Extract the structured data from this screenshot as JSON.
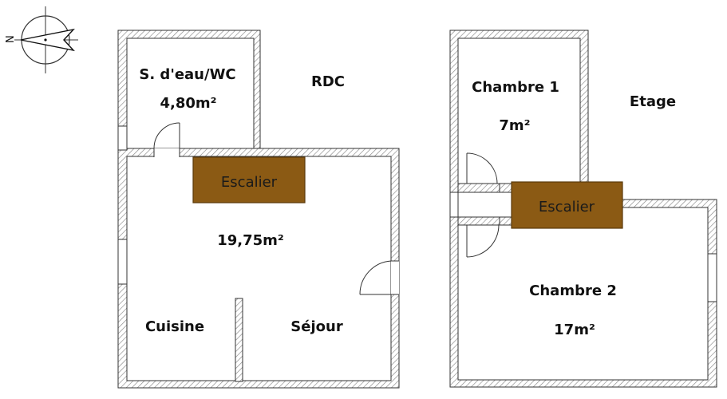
{
  "compass": {
    "north_letter": "N"
  },
  "ground_floor": {
    "level_label": "RDC",
    "bathroom_name": "S. d'eau/WC",
    "bathroom_area": "4,80m²",
    "stairs_label": "Escalier",
    "main_area": "19,75m²",
    "kitchen_name": "Cuisine",
    "living_name": "Séjour"
  },
  "upper_floor": {
    "level_label": "Etage",
    "bedroom1_name": "Chambre 1",
    "bedroom1_area": "7m²",
    "stairs_label": "Escalier",
    "bedroom2_name": "Chambre 2",
    "bedroom2_area": "17m²"
  },
  "colors": {
    "stairs_fill": "#8b5a14",
    "stairs_border": "#5a3a0a",
    "wall_hatch": "#777777"
  }
}
